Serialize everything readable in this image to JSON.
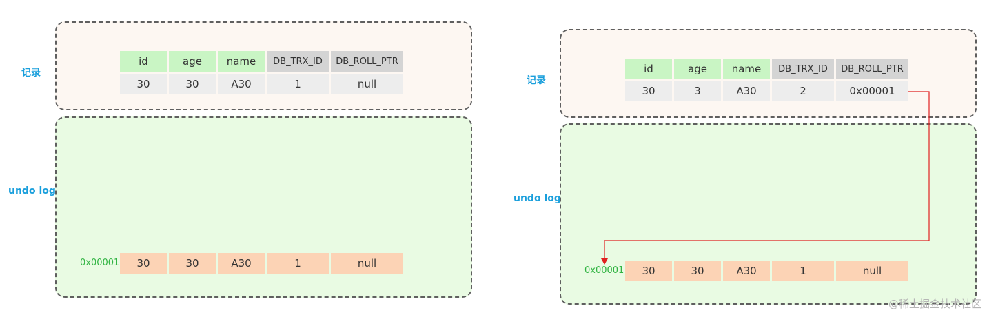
{
  "left": {
    "record_label": "记录",
    "undo_label": "undo log",
    "headers": [
      "id",
      "age",
      "name",
      "DB_TRX_ID",
      "DB_ROLL_PTR"
    ],
    "values": [
      "30",
      "30",
      "A30",
      "1",
      "null"
    ],
    "undo_address": "0x00001",
    "undo_values": [
      "30",
      "30",
      "A30",
      "1",
      "null"
    ]
  },
  "right": {
    "record_label": "记录",
    "undo_label": "undo log",
    "headers": [
      "id",
      "age",
      "name",
      "DB_TRX_ID",
      "DB_ROLL_PTR"
    ],
    "values": [
      "30",
      "3",
      "A30",
      "2",
      "0x00001"
    ],
    "undo_address": "0x00001",
    "undo_values": [
      "30",
      "30",
      "A30",
      "1",
      "null"
    ]
  },
  "watermark": "@稀土掘金技术社区",
  "colors": {
    "label_blue": "#1a9fdc",
    "address_green": "#2fb341",
    "arrow_red": "#e02020",
    "header_green": "#c9f5c4",
    "header_gray": "#d4d4d4",
    "undo_orange": "#fcd3b5"
  }
}
